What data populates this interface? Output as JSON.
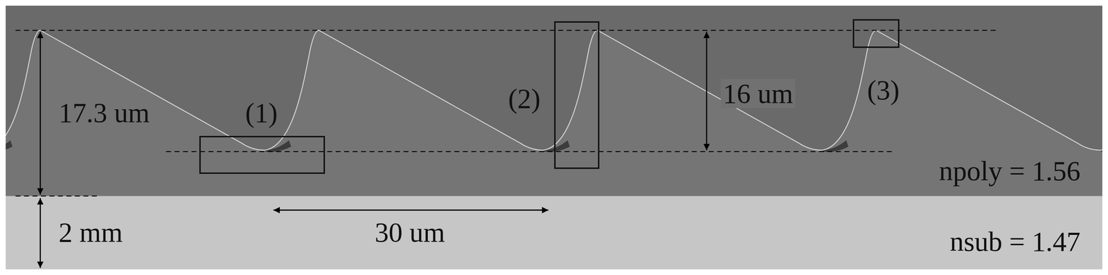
{
  "diagram": {
    "nodes": [
      {
        "text": [
          "(1)"
        ]
      },
      {
        "text": [
          "(2)"
        ]
      },
      {
        "text": [
          "(3)"
        ]
      }
    ],
    "labels": [
      "17.3 um",
      "16 um",
      "2 mm",
      "30 um",
      "npoly = 1.56",
      "nsub = 1.47"
    ]
  }
}
